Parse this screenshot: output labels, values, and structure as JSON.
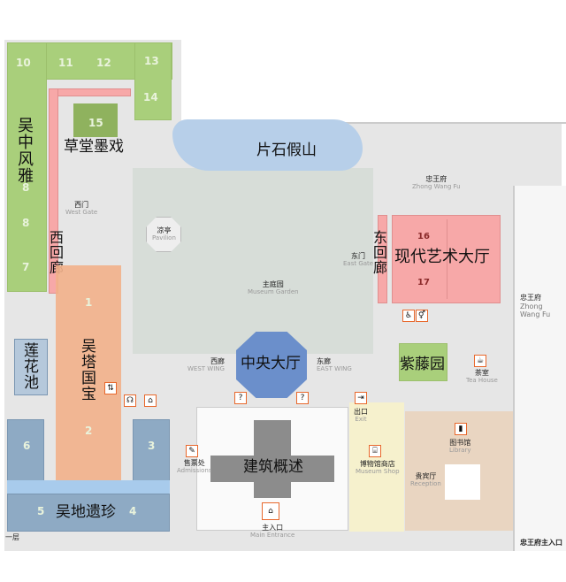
{
  "floor": "一层",
  "halls": {
    "wuzhong": "吴中风雅",
    "caotang": "草堂墨戏",
    "pianshi": "片石假山",
    "xihuilang": "西回廊",
    "donghuilang": "东回廊",
    "xiandai": "现代艺术大厅",
    "wuta": "吴塔国宝",
    "lianhua": "莲花池",
    "zhongyang": "中央大厅",
    "zitengyuan": "紫藤园",
    "jianzhu": "建筑概述",
    "wudi": "吴地遗珍"
  },
  "rooms": [
    "1",
    "2",
    "3",
    "4",
    "5",
    "6",
    "7",
    "8",
    "8",
    "10",
    "11",
    "12",
    "13",
    "14",
    "15",
    "16",
    "17"
  ],
  "places": {
    "west_gate": {
      "cn": "西门",
      "en": "West Gate"
    },
    "pavilion": {
      "cn": "凉亭",
      "en": "Pavilion"
    },
    "garden": {
      "cn": "主庭园",
      "en": "Museum Garden"
    },
    "east_gate": {
      "cn": "东门",
      "en": "East Gate"
    },
    "zwf_top": {
      "cn": "忠王府",
      "en": "Zhong Wang Fu"
    },
    "zwf_right": {
      "cn": "忠王府",
      "en": "Zhong Wang Fu"
    },
    "west_wing": {
      "cn": "西廊",
      "en": "WEST WING"
    },
    "east_wing": {
      "cn": "东廊",
      "en": "EAST WING"
    },
    "tea": {
      "cn": "茶室",
      "en": "Tea House"
    },
    "exit": {
      "cn": "出口",
      "en": "Exit"
    },
    "shop": {
      "cn": "博物馆商店",
      "en": "Museum Shop"
    },
    "library": {
      "cn": "图书馆",
      "en": "Library"
    },
    "reception": {
      "cn": "贵宾厅",
      "en": "Reception"
    },
    "admissions": {
      "cn": "售票处",
      "en": "Admissions"
    },
    "main": {
      "cn": "主入口",
      "en": "Main Entrance"
    },
    "zwf_main": {
      "cn": "忠王府主入口"
    }
  },
  "colors": {
    "green": "#a9cf7b",
    "pink": "#f7a8a8",
    "orange": "#f2b089",
    "blue": "#8eaac4",
    "central": "#6b8fcb",
    "icon_border": "#e8682c"
  }
}
